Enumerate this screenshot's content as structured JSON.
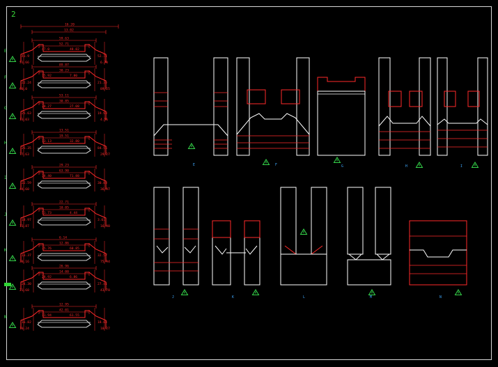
{
  "drawing": {
    "sheet_number": "2",
    "background": "#000000",
    "colors": {
      "geometry": "#ffffff",
      "dimension": "#ff2a2a",
      "marker": "#35d64a",
      "annotation": "#3fa9ff"
    }
  },
  "dimension_texts": [
    "59.63",
    "52.71",
    "41.9",
    "52.71",
    "47.0",
    "48.82",
    "51.66",
    "6.70",
    "89.87",
    "30.23",
    "22.24",
    "21.35",
    "15.92",
    "7.80",
    "60.0",
    "89.25",
    "53.11",
    "30.85",
    "25.63",
    "19.98",
    "20.27",
    "27.08",
    "13.03",
    "4.56",
    "13.51",
    "19.51",
    "25.35",
    "84.56",
    "13.13",
    "32.80",
    "77.63",
    "29.27",
    "29.23",
    "63.90",
    "22.59",
    "30.88",
    "38.40",
    "71.88",
    "44.60",
    "36.97",
    "22.71",
    "10.05",
    "18.97",
    "3.61",
    "51.73",
    "4.44",
    "13.87",
    "16.40",
    "6.14",
    "12.86",
    "13.37",
    "32.57",
    "35.76",
    "60.85",
    "38.16",
    "75.94",
    "26.96",
    "14.00",
    "24.30",
    "27.41",
    "28.92",
    "6.86",
    "21.68",
    "43.70",
    "12.95",
    "42.01",
    "16.82",
    "18.84",
    "11.94",
    "61.55",
    "10.24",
    "10.27",
    "16.20",
    "13.02",
    "3.05",
    "21.43",
    "22.74",
    "6.27",
    "53.21",
    "0.60",
    "40.62",
    "42.91",
    "6.86",
    "5.64",
    "28.19",
    "8.00",
    "66.23",
    "3.04",
    "19.75",
    "19.32",
    "2~25.20",
    "21.09",
    "22.79",
    "R~15.00"
  ],
  "left_row_labels": [
    "E",
    "F",
    "G",
    "H",
    "I",
    "J",
    "K",
    "",
    "N"
  ],
  "views": [
    {
      "id": "E",
      "label": "E"
    },
    {
      "id": "F",
      "label": "F"
    },
    {
      "id": "G",
      "label": "G"
    },
    {
      "id": "H",
      "label": "H"
    },
    {
      "id": "I",
      "label": "I"
    },
    {
      "id": "J",
      "label": "J"
    },
    {
      "id": "K",
      "label": "K"
    },
    {
      "id": "L",
      "label": "L"
    },
    {
      "id": "M",
      "label": "M"
    },
    {
      "id": "N",
      "label": "N"
    }
  ],
  "marker_symbol": "triangle-warning"
}
